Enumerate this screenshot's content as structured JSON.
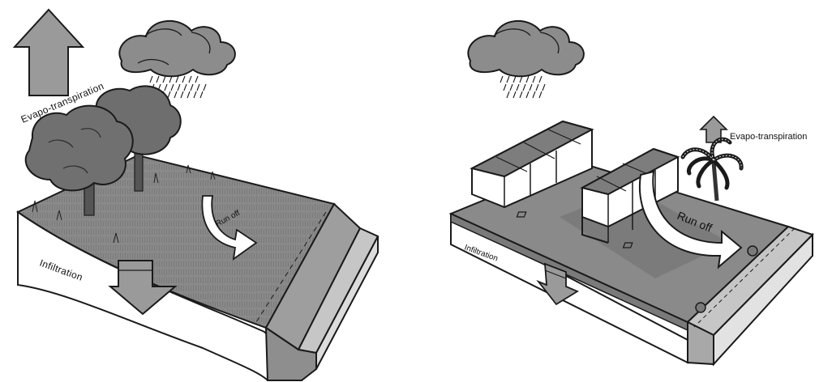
{
  "panels": [
    {
      "id": "natural",
      "labels": {
        "evapotranspiration": "Evapo-transpiration",
        "runoff": "Run off",
        "infiltration": "Infiltration"
      }
    },
    {
      "id": "urban",
      "labels": {
        "evapotranspiration": "Evapo-transpiration",
        "runoff": "Run off",
        "infiltration": "Infiltration"
      }
    }
  ],
  "icons": [
    "cloud-icon",
    "rain-icon",
    "tree-icon",
    "palm-tree-icon",
    "building-icon",
    "arrow-up-icon",
    "arrow-down-icon",
    "runoff-arrow-icon",
    "drain-pipe-icon"
  ],
  "colors": {
    "ink": "#1a1a1a",
    "ground_top": "#8a8a8a",
    "ground_side": "#ffffff",
    "arrow_fill": "#9a9a9a",
    "tree": "#6e6e6e",
    "roof": "#7d7d7d",
    "trench": "#bdbdbd"
  }
}
